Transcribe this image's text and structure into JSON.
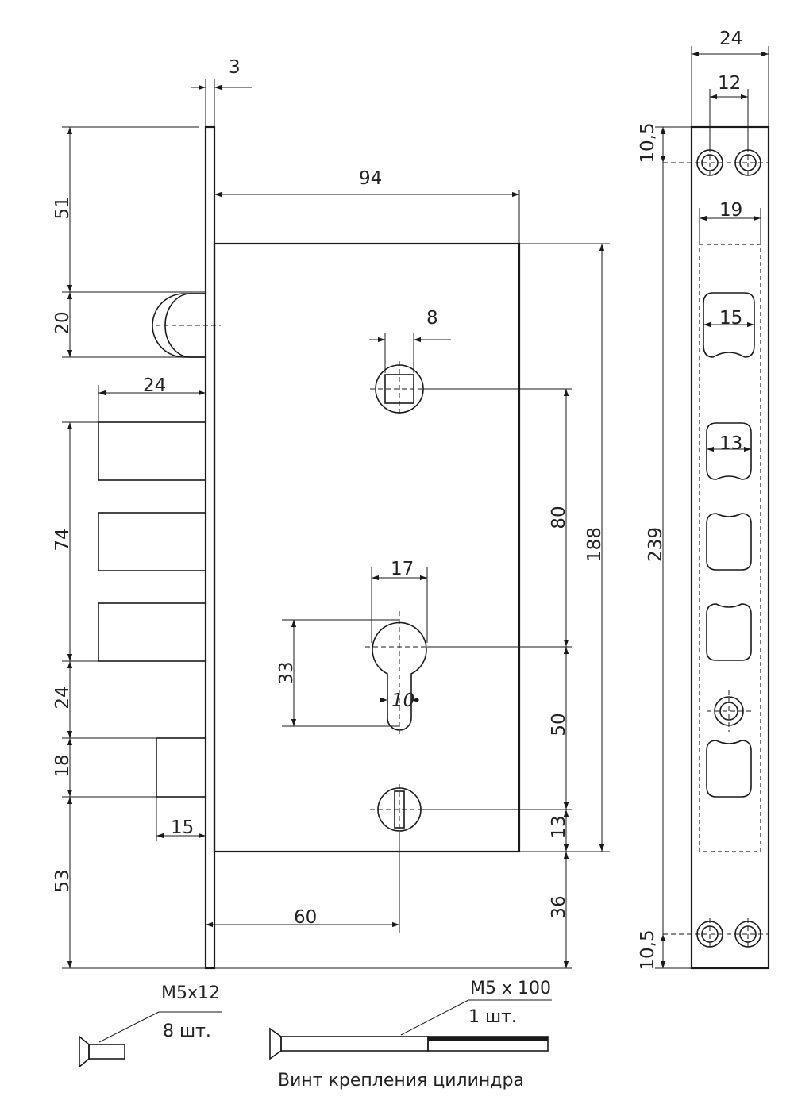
{
  "dimensions": {
    "plate_thickness": "3",
    "body_width": "94",
    "top_offset": "51",
    "latch_height": "20",
    "bolt_length": "24",
    "bolts_span": "74",
    "gap_below_bolts": "24",
    "pin_height": "18",
    "pin_offset": "15",
    "bottom_offset": "53",
    "backset": "60",
    "spindle_square": "8",
    "cylinder_width": "17",
    "cylinder_height": "33",
    "cylinder_neck": "10",
    "spindle_to_cylinder": "80",
    "body_height": "188",
    "cylinder_to_key": "50",
    "key_to_bottom": "13",
    "bottom_to_plate_end": "36",
    "faceplate_width": "24",
    "screw_spacing": "12",
    "slot_width": "19",
    "latch_hole": "15",
    "bolt_hole": "13",
    "faceplate_length": "239",
    "screw_offset_top": "10,5",
    "screw_offset_bottom": "10,5"
  },
  "hardware": {
    "small_screw_spec": "M5x12",
    "small_screw_qty": "8 шт.",
    "long_screw_spec": "M5 x 100",
    "long_screw_qty": "1 шт.",
    "long_screw_caption": "Винт крепления цилиндра"
  }
}
